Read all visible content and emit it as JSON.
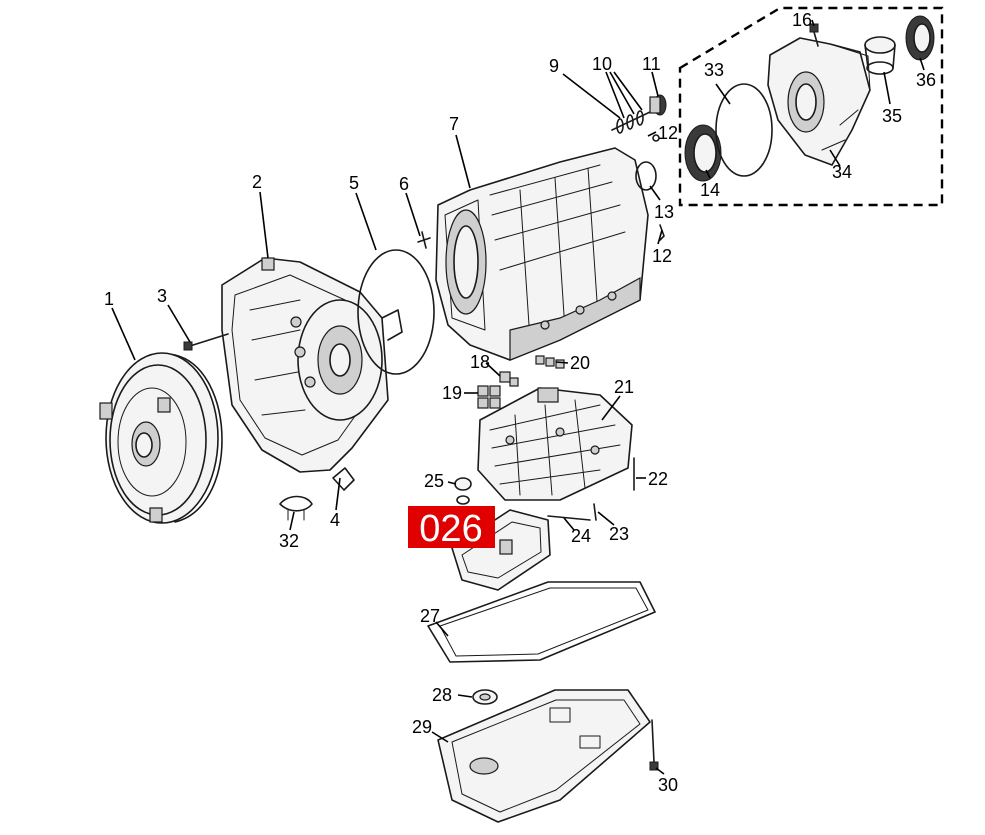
{
  "figure": {
    "badge": {
      "label": "026",
      "color": "#e00000"
    },
    "callouts": [
      {
        "id": "c1",
        "label": "1"
      },
      {
        "id": "c2",
        "label": "2"
      },
      {
        "id": "c3",
        "label": "3"
      },
      {
        "id": "c4",
        "label": "4"
      },
      {
        "id": "c5",
        "label": "5"
      },
      {
        "id": "c6",
        "label": "6"
      },
      {
        "id": "c7",
        "label": "7"
      },
      {
        "id": "c9",
        "label": "9"
      },
      {
        "id": "c10",
        "label": "10"
      },
      {
        "id": "c11",
        "label": "11"
      },
      {
        "id": "c12a",
        "label": "12"
      },
      {
        "id": "c12b",
        "label": "12"
      },
      {
        "id": "c13",
        "label": "13"
      },
      {
        "id": "c14",
        "label": "14"
      },
      {
        "id": "c16",
        "label": "16"
      },
      {
        "id": "c18",
        "label": "18"
      },
      {
        "id": "c19",
        "label": "19"
      },
      {
        "id": "c20",
        "label": "20"
      },
      {
        "id": "c21",
        "label": "21"
      },
      {
        "id": "c22",
        "label": "22"
      },
      {
        "id": "c23",
        "label": "23"
      },
      {
        "id": "c24",
        "label": "24"
      },
      {
        "id": "c25",
        "label": "25"
      },
      {
        "id": "c27",
        "label": "27"
      },
      {
        "id": "c28",
        "label": "28"
      },
      {
        "id": "c29",
        "label": "29"
      },
      {
        "id": "c30",
        "label": "30"
      },
      {
        "id": "c32",
        "label": "32"
      },
      {
        "id": "c33",
        "label": "33"
      },
      {
        "id": "c34",
        "label": "34"
      },
      {
        "id": "c35",
        "label": "35"
      },
      {
        "id": "c36",
        "label": "36"
      }
    ]
  }
}
